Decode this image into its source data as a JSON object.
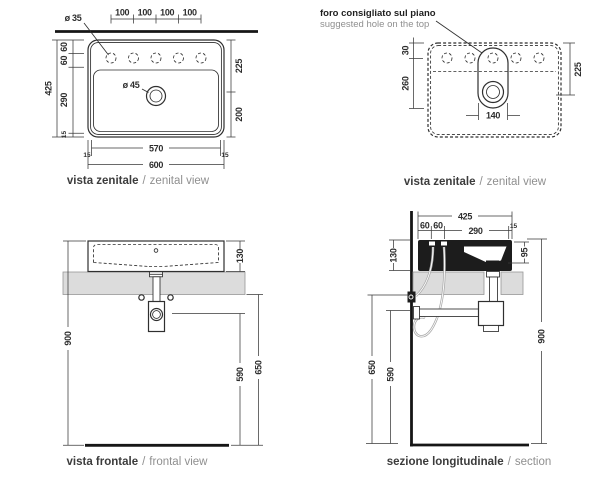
{
  "colors": {
    "line": "#2f2f2f",
    "counter_fill": "#dcdcdc",
    "label_bold": "#3c3c3c",
    "label_light": "#8f8f8f"
  },
  "views": {
    "plan_sink": {
      "label": {
        "bold": "vista zenitale",
        "sep": "/",
        "light": "zenital view"
      },
      "dims": {
        "hole_diameter": "ø 35",
        "hole_spacing": [
          "100",
          "100",
          "100",
          "100"
        ],
        "height_total": "425",
        "height_segments": [
          "60",
          "60",
          "290",
          "15"
        ],
        "right_top": "225",
        "right_bottom": "200",
        "drain_diameter": "ø 45",
        "width_inner": "570",
        "width_total": "600",
        "edge_left": "15",
        "edge_right": "15"
      }
    },
    "plan_hole": {
      "note": {
        "bold": "foro consigliato sul piano",
        "light": "suggested hole on the top"
      },
      "label": {
        "bold": "vista zenitale",
        "sep": "/",
        "light": "zenital view"
      },
      "dims": {
        "top_offset": "30",
        "cutout_length": "260",
        "right_span": "225",
        "cutout_width": "140"
      }
    },
    "front": {
      "label": {
        "bold": "vista frontale",
        "sep": "/",
        "light": "frontal view"
      },
      "dims": {
        "height_floor_to_top": "900",
        "basin_height": "130",
        "floor_to_counter": "650",
        "floor_to_drain": "590"
      }
    },
    "section": {
      "label": {
        "bold": "sezione longitudinale",
        "sep": "/",
        "light": "section"
      },
      "dims": {
        "width_total": "425",
        "width_segments": [
          "60",
          "60",
          "290",
          "15"
        ],
        "basin_depth": "95",
        "height_floor_to_top": "900",
        "basin_height": "130",
        "floor_to_counter": "650",
        "floor_to_drain": "590"
      }
    }
  }
}
